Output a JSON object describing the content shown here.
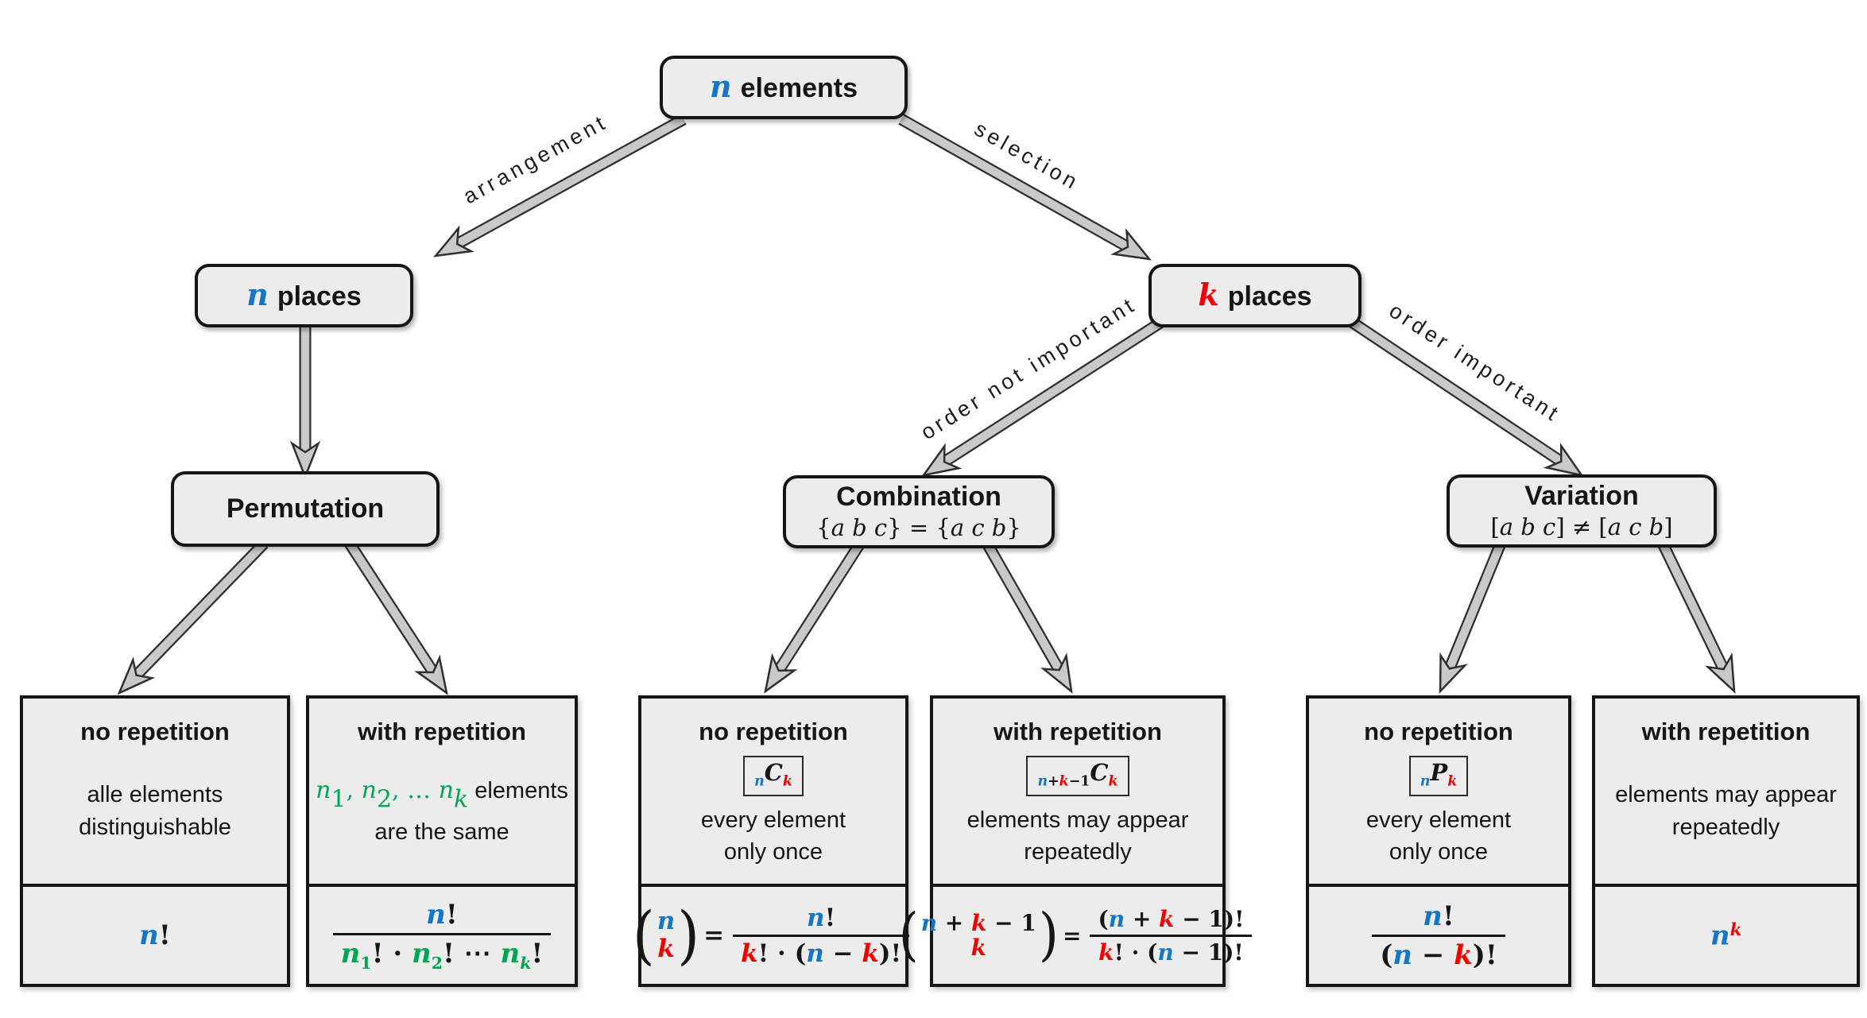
{
  "edge_labels": {
    "arrangement": "arrangement",
    "selection": "selection",
    "order_not_important": "order not important",
    "order_important": "order important"
  },
  "nodes": {
    "root": {
      "var": "n",
      "label": "elements"
    },
    "n_places": {
      "var": "n",
      "label": "places"
    },
    "k_places": {
      "var": "k",
      "label": "places"
    },
    "permutation": {
      "title": "Permutation"
    },
    "combination": {
      "title": "Combination",
      "subtitle": [
        {
          "t": "{",
          "f": "u"
        },
        {
          "t": "a b c"
        },
        {
          "t": "} = {",
          "f": "u"
        },
        {
          "t": "a c b"
        },
        {
          "t": "}",
          "f": "u"
        }
      ]
    },
    "variation": {
      "title": "Variation",
      "subtitle": [
        {
          "t": "[",
          "f": "u"
        },
        {
          "t": "a b c"
        },
        {
          "t": "] ≠ [",
          "f": "u"
        },
        {
          "t": "a c b"
        },
        {
          "t": "]",
          "f": "u"
        }
      ]
    }
  },
  "leaves": [
    {
      "heading": "no repetition",
      "desc": [
        [
          {
            "t": "alle elements",
            "f": "t"
          }
        ],
        [
          {
            "t": "distinguishable",
            "f": "t"
          }
        ]
      ],
      "formula": [
        {
          "tok": [
            {
              "t": "n",
              "c": "b"
            },
            {
              "t": "!",
              "f": "u"
            }
          ]
        }
      ]
    },
    {
      "heading": "with repetition",
      "desc": [
        [
          {
            "t": "n",
            "c": "g"
          },
          {
            "t": "1",
            "c": "g",
            "f": "u",
            "sub": 1
          },
          {
            "t": ", ",
            "c": "g",
            "f": "u"
          },
          {
            "t": "n",
            "c": "g"
          },
          {
            "t": "2",
            "c": "g",
            "f": "u",
            "sub": 1
          },
          {
            "t": ", … ",
            "c": "g",
            "f": "u"
          },
          {
            "t": "n",
            "c": "g"
          },
          {
            "t": "k",
            "c": "g",
            "sub": 1
          },
          {
            "t": " elements",
            "f": "t"
          }
        ],
        [
          {
            "t": "are the same",
            "f": "t"
          }
        ]
      ],
      "formula": [
        {
          "frac": {
            "num": [
              {
                "t": "n",
                "c": "b"
              },
              {
                "t": "!",
                "f": "u"
              }
            ],
            "den": [
              {
                "t": "n",
                "c": "g"
              },
              {
                "t": "1",
                "c": "g",
                "f": "u",
                "sub": 1
              },
              {
                "t": "! · ",
                "f": "u"
              },
              {
                "t": "n",
                "c": "g"
              },
              {
                "t": "2",
                "c": "g",
                "f": "u",
                "sub": 1
              },
              {
                "t": "! ⋯ ",
                "f": "u"
              },
              {
                "t": "n",
                "c": "g"
              },
              {
                "t": "k",
                "c": "g",
                "sub": 1
              },
              {
                "t": "!",
                "f": "u"
              }
            ]
          }
        }
      ]
    },
    {
      "heading": "no repetition",
      "badge": [
        {
          "t": "n",
          "c": "b",
          "sub": 1
        },
        {
          "t": "C"
        },
        {
          "t": "k",
          "c": "r",
          "sub": 1
        }
      ],
      "desc": [
        [
          {
            "t": "every element",
            "f": "t"
          }
        ],
        [
          {
            "t": "only once",
            "f": "t"
          }
        ]
      ],
      "formula": [
        {
          "binom": {
            "top": [
              {
                "t": "n",
                "c": "b"
              }
            ],
            "bot": [
              {
                "t": "k",
                "c": "r"
              }
            ]
          }
        },
        {
          "tok": [
            {
              "t": "=",
              "f": "u"
            }
          ]
        },
        {
          "frac": {
            "num": [
              {
                "t": "n",
                "c": "b"
              },
              {
                "t": "!",
                "f": "u"
              }
            ],
            "den": [
              {
                "t": "k",
                "c": "r"
              },
              {
                "t": "! · (",
                "f": "u"
              },
              {
                "t": "n",
                "c": "b"
              },
              {
                "t": " − ",
                "f": "u"
              },
              {
                "t": "k",
                "c": "r"
              },
              {
                "t": ")!",
                "f": "u"
              }
            ]
          }
        }
      ]
    },
    {
      "heading": "with repetition",
      "badge": [
        {
          "t": "n",
          "c": "b",
          "sub": 1
        },
        {
          "t": "+",
          "f": "u",
          "sub": 1
        },
        {
          "t": "k",
          "c": "r",
          "sub": 1
        },
        {
          "t": "−1",
          "f": "u",
          "sub": 1
        },
        {
          "t": "C"
        },
        {
          "t": "k",
          "c": "r",
          "sub": 1
        }
      ],
      "desc": [
        [
          {
            "t": "elements may appear",
            "f": "t"
          }
        ],
        [
          {
            "t": "repeatedly",
            "f": "t"
          }
        ]
      ],
      "formula": [
        {
          "binom": {
            "top": [
              {
                "t": "n",
                "c": "b"
              },
              {
                "t": " + ",
                "f": "u"
              },
              {
                "t": "k",
                "c": "r"
              },
              {
                "t": " − 1",
                "f": "u"
              }
            ],
            "bot": [
              {
                "t": "k",
                "c": "r"
              }
            ]
          }
        },
        {
          "tok": [
            {
              "t": "=",
              "f": "u"
            }
          ]
        },
        {
          "frac": {
            "num": [
              {
                "t": "(",
                "f": "u"
              },
              {
                "t": "n",
                "c": "b"
              },
              {
                "t": " + ",
                "f": "u"
              },
              {
                "t": "k",
                "c": "r"
              },
              {
                "t": " − 1",
                "f": "u"
              },
              {
                "t": ")!",
                "f": "u"
              }
            ],
            "den": [
              {
                "t": "k",
                "c": "r"
              },
              {
                "t": "! · (",
                "f": "u"
              },
              {
                "t": "n",
                "c": "b"
              },
              {
                "t": " − 1",
                "f": "u"
              },
              {
                "t": ")!",
                "f": "u"
              }
            ]
          }
        }
      ]
    },
    {
      "heading": "no repetition",
      "badge": [
        {
          "t": "n",
          "c": "b",
          "sub": 1
        },
        {
          "t": "P"
        },
        {
          "t": "k",
          "c": "r",
          "sub": 1
        }
      ],
      "desc": [
        [
          {
            "t": "every element",
            "f": "t"
          }
        ],
        [
          {
            "t": "only once",
            "f": "t"
          }
        ]
      ],
      "formula": [
        {
          "frac": {
            "num": [
              {
                "t": "n",
                "c": "b"
              },
              {
                "t": "!",
                "f": "u"
              }
            ],
            "den": [
              {
                "t": "(",
                "f": "u"
              },
              {
                "t": "n",
                "c": "b"
              },
              {
                "t": " − ",
                "f": "u"
              },
              {
                "t": "k",
                "c": "r"
              },
              {
                "t": ")!",
                "f": "u"
              }
            ]
          }
        }
      ]
    },
    {
      "heading": "with repetition",
      "desc": [
        [
          {
            "t": "elements may appear",
            "f": "t"
          }
        ],
        [
          {
            "t": "repeatedly",
            "f": "t"
          }
        ]
      ],
      "formula": [
        {
          "tok": [
            {
              "t": "n",
              "c": "b"
            },
            {
              "t": "k",
              "c": "r",
              "sup": 1
            }
          ]
        }
      ]
    }
  ]
}
